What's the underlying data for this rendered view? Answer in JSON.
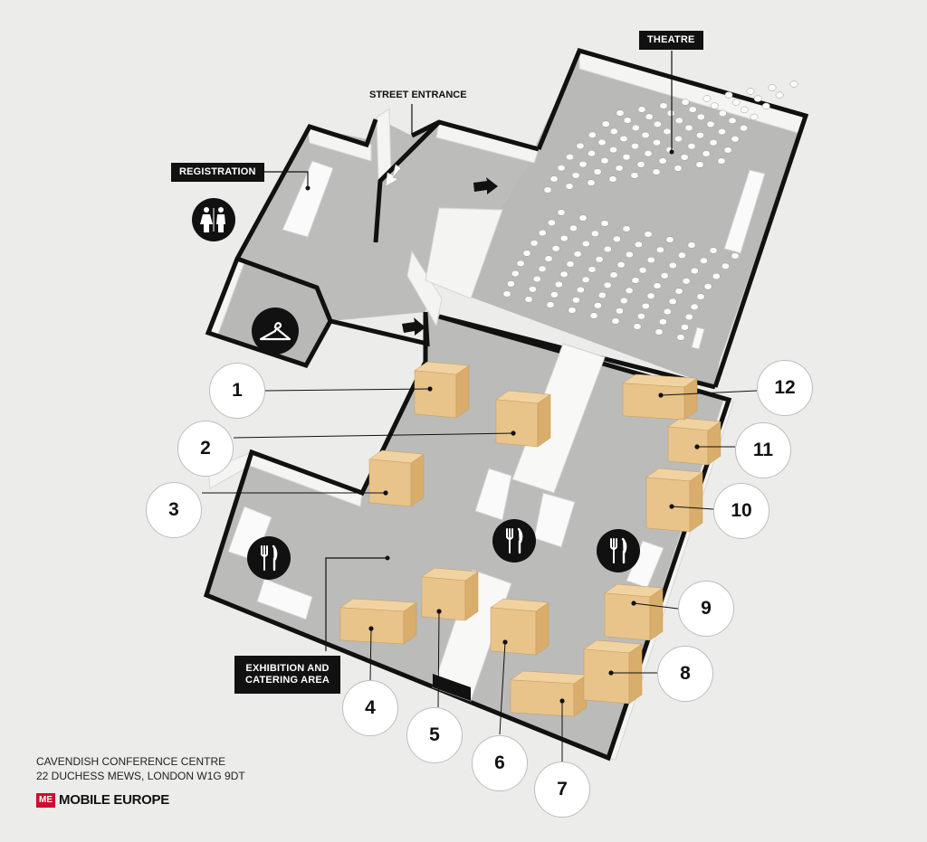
{
  "labels": {
    "theatre": "THEATRE",
    "street_entrance": "STREET ENTRANCE",
    "registration": "REGISTRATION",
    "exhibition": "EXHIBITION AND\nCATERING AREA"
  },
  "stands": [
    "1",
    "2",
    "3",
    "4",
    "5",
    "6",
    "7",
    "8",
    "9",
    "10",
    "11",
    "12"
  ],
  "icons": {
    "toilets": "toilets-icon",
    "cloakroom": "hanger-icon",
    "catering": "cutlery-icon"
  },
  "footer": {
    "venue": "CAVENDISH CONFERENCE CENTRE",
    "address": "22 DUCHESS MEWS, LONDON W1G 9DT",
    "brand_mark": "ME",
    "brand_name": "MOBILE EUROPE"
  },
  "colors": {
    "floor": "#b9b9b7",
    "wall": "#f4f4f2",
    "stand": "#e8c48a",
    "brand": "#c8102e"
  }
}
